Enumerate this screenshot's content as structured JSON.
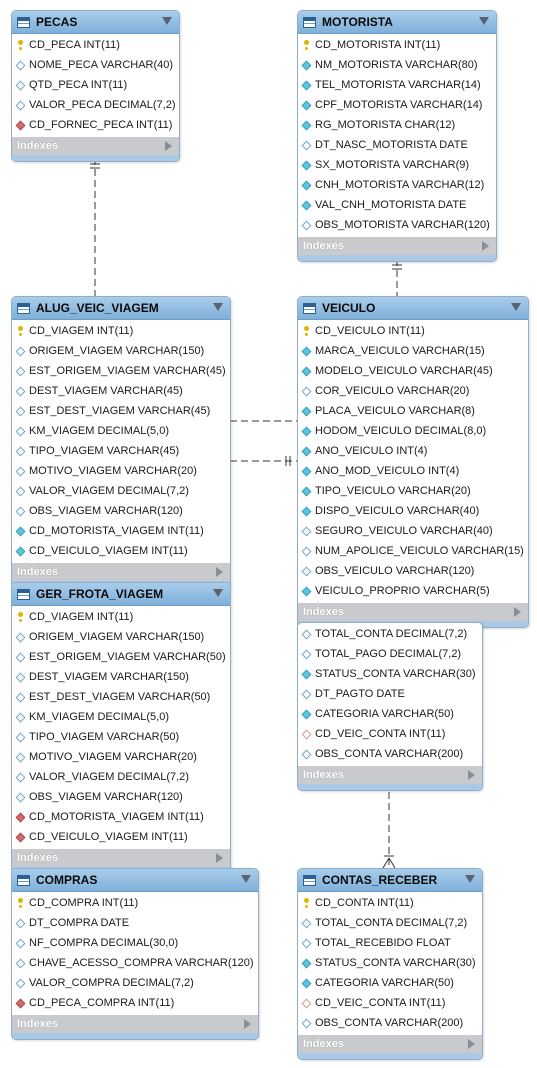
{
  "tables": [
    {
      "id": "pecas",
      "name": "PECAS",
      "indexes_label": "Indexes",
      "columns": [
        {
          "text": "CD_PECA INT(11)",
          "icon": "key"
        },
        {
          "text": "NOME_PECA VARCHAR(40)",
          "icon": "diamond-empty"
        },
        {
          "text": "QTD_PECA INT(11)",
          "icon": "diamond-empty"
        },
        {
          "text": "VALOR_PECA DECIMAL(7,2)",
          "icon": "diamond-empty"
        },
        {
          "text": "CD_FORNEC_PECA INT(11)",
          "icon": "fk-filled"
        }
      ]
    },
    {
      "id": "motorista",
      "name": "MOTORISTA",
      "indexes_label": "Indexes",
      "columns": [
        {
          "text": "CD_MOTORISTA INT(11)",
          "icon": "key"
        },
        {
          "text": "NM_MOTORISTA VARCHAR(80)",
          "icon": "diamond-filled"
        },
        {
          "text": "TEL_MOTORISTA VARCHAR(14)",
          "icon": "diamond-filled"
        },
        {
          "text": "CPF_MOTORISTA VARCHAR(14)",
          "icon": "diamond-filled"
        },
        {
          "text": "RG_MOTORISTA CHAR(12)",
          "icon": "diamond-filled"
        },
        {
          "text": "DT_NASC_MOTORISTA DATE",
          "icon": "diamond-empty"
        },
        {
          "text": "SX_MOTORISTA VARCHAR(9)",
          "icon": "diamond-filled"
        },
        {
          "text": "CNH_MOTORISTA VARCHAR(12)",
          "icon": "diamond-filled"
        },
        {
          "text": "VAL_CNH_MOTORISTA DATE",
          "icon": "diamond-filled"
        },
        {
          "text": "OBS_MOTORISTA VARCHAR(120)",
          "icon": "diamond-empty"
        }
      ]
    },
    {
      "id": "alug_veic_viagem",
      "name": "ALUG_VEIC_VIAGEM",
      "indexes_label": "Indexes",
      "columns": [
        {
          "text": "CD_VIAGEM INT(11)",
          "icon": "key"
        },
        {
          "text": "ORIGEM_VIAGEM VARCHAR(150)",
          "icon": "diamond-empty"
        },
        {
          "text": "EST_ORIGEM_VIAGEM VARCHAR(45)",
          "icon": "diamond-empty"
        },
        {
          "text": "DEST_VIAGEM VARCHAR(45)",
          "icon": "diamond-empty"
        },
        {
          "text": "EST_DEST_VIAGEM VARCHAR(45)",
          "icon": "diamond-empty"
        },
        {
          "text": "KM_VIAGEM DECIMAL(5,0)",
          "icon": "diamond-empty"
        },
        {
          "text": "TIPO_VIAGEM VARCHAR(45)",
          "icon": "diamond-empty"
        },
        {
          "text": "MOTIVO_VIAGEM VARCHAR(20)",
          "icon": "diamond-empty"
        },
        {
          "text": "VALOR_VIAGEM DECIMAL(7,2)",
          "icon": "diamond-empty"
        },
        {
          "text": "OBS_VIAGEM VARCHAR(120)",
          "icon": "diamond-empty"
        },
        {
          "text": "CD_MOTORISTA_VIAGEM INT(11)",
          "icon": "diamond-filled"
        },
        {
          "text": "CD_VEICULO_VIAGEM INT(11)",
          "icon": "diamond-filled"
        }
      ]
    },
    {
      "id": "veiculo",
      "name": "VEICULO",
      "indexes_label": "Indexes",
      "columns": [
        {
          "text": "CD_VEICULO INT(11)",
          "icon": "key"
        },
        {
          "text": "MARCA_VEICULO VARCHAR(15)",
          "icon": "diamond-filled"
        },
        {
          "text": "MODELO_VEICULO VARCHAR(45)",
          "icon": "diamond-filled"
        },
        {
          "text": "COR_VEICULO VARCHAR(20)",
          "icon": "diamond-empty"
        },
        {
          "text": "PLACA_VEICULO VARCHAR(8)",
          "icon": "diamond-filled"
        },
        {
          "text": "HODOM_VEICULO DECIMAL(8,0)",
          "icon": "diamond-filled"
        },
        {
          "text": "ANO_VEICULO INT(4)",
          "icon": "diamond-filled"
        },
        {
          "text": "ANO_MOD_VEICULO INT(4)",
          "icon": "diamond-filled"
        },
        {
          "text": "TIPO_VEICULO VARCHAR(20)",
          "icon": "diamond-filled"
        },
        {
          "text": "DISPO_VEICULO VARCHAR(40)",
          "icon": "diamond-filled"
        },
        {
          "text": "SEGURO_VEICULO VARCHAR(40)",
          "icon": "diamond-empty"
        },
        {
          "text": "NUM_APOLICE_VEICULO VARCHAR(15)",
          "icon": "diamond-empty"
        },
        {
          "text": "OBS_VEICULO VARCHAR(120)",
          "icon": "diamond-empty"
        },
        {
          "text": "VEICULO_PROPRIO VARCHAR(5)",
          "icon": "diamond-filled"
        }
      ]
    },
    {
      "id": "gen_partial",
      "name": "",
      "indexes_label": "Indexes",
      "columns": [
        {
          "text": "TOTAL_CONTA DECIMAL(7,2)",
          "icon": "diamond-empty"
        },
        {
          "text": "TOTAL_PAGO DECIMAL(7,2)",
          "icon": "diamond-empty"
        },
        {
          "text": "STATUS_CONTA VARCHAR(30)",
          "icon": "diamond-filled"
        },
        {
          "text": "DT_PAGTO DATE",
          "icon": "diamond-empty"
        },
        {
          "text": "CATEGORIA VARCHAR(50)",
          "icon": "diamond-filled"
        },
        {
          "text": "CD_VEIC_CONTA INT(11)",
          "icon": "fk-empty"
        },
        {
          "text": "OBS_CONTA VARCHAR(200)",
          "icon": "diamond-empty"
        }
      ]
    },
    {
      "id": "ger_frota_viagem",
      "name": "GER_FROTA_VIAGEM",
      "indexes_label": "Indexes",
      "columns": [
        {
          "text": "CD_VIAGEM INT(11)",
          "icon": "key"
        },
        {
          "text": "ORIGEM_VIAGEM VARCHAR(150)",
          "icon": "diamond-empty"
        },
        {
          "text": "EST_ORIGEM_VIAGEM VARCHAR(50)",
          "icon": "diamond-empty"
        },
        {
          "text": "DEST_VIAGEM VARCHAR(150)",
          "icon": "diamond-empty"
        },
        {
          "text": "EST_DEST_VIAGEM VARCHAR(50)",
          "icon": "diamond-empty"
        },
        {
          "text": "KM_VIAGEM DECIMAL(5,0)",
          "icon": "diamond-empty"
        },
        {
          "text": "TIPO_VIAGEM VARCHAR(50)",
          "icon": "diamond-empty"
        },
        {
          "text": "MOTIVO_VIAGEM VARCHAR(20)",
          "icon": "diamond-empty"
        },
        {
          "text": "VALOR_VIAGEM DECIMAL(7,2)",
          "icon": "diamond-empty"
        },
        {
          "text": "OBS_VIAGEM VARCHAR(120)",
          "icon": "diamond-empty"
        },
        {
          "text": "CD_MOTORISTA_VIAGEM INT(11)",
          "icon": "fk-filled"
        },
        {
          "text": "CD_VEICULO_VIAGEM INT(11)",
          "icon": "fk-filled"
        }
      ]
    },
    {
      "id": "compras",
      "name": "COMPRAS",
      "indexes_label": "Indexes",
      "columns": [
        {
          "text": "CD_COMPRA INT(11)",
          "icon": "key"
        },
        {
          "text": "DT_COMPRA DATE",
          "icon": "diamond-empty"
        },
        {
          "text": "NF_COMPRA DECIMAL(30,0)",
          "icon": "diamond-empty"
        },
        {
          "text": "CHAVE_ACESSO_COMPRA VARCHAR(120)",
          "icon": "diamond-empty"
        },
        {
          "text": "VALOR_COMPRA DECIMAL(7,2)",
          "icon": "diamond-empty"
        },
        {
          "text": "CD_PECA_COMPRA INT(11)",
          "icon": "fk-filled"
        }
      ]
    },
    {
      "id": "contas_receber",
      "name": "CONTAS_RECEBER",
      "indexes_label": "Indexes",
      "columns": [
        {
          "text": "CD_CONTA INT(11)",
          "icon": "key"
        },
        {
          "text": "TOTAL_CONTA DECIMAL(7,2)",
          "icon": "diamond-empty"
        },
        {
          "text": "TOTAL_RECEBIDO FLOAT",
          "icon": "diamond-empty"
        },
        {
          "text": "STATUS_CONTA VARCHAR(30)",
          "icon": "diamond-filled"
        },
        {
          "text": "CATEGORIA VARCHAR(50)",
          "icon": "diamond-filled"
        },
        {
          "text": "CD_VEIC_CONTA INT(11)",
          "icon": "fk-empty"
        },
        {
          "text": "OBS_CONTA VARCHAR(200)",
          "icon": "diamond-empty"
        }
      ]
    }
  ],
  "colors": {
    "header_top": "#a9cdeb",
    "header_bottom": "#7fb0d9",
    "border": "#8eaecb",
    "indexes_bar": "#c8cacd",
    "relationship_line": "#333333"
  }
}
